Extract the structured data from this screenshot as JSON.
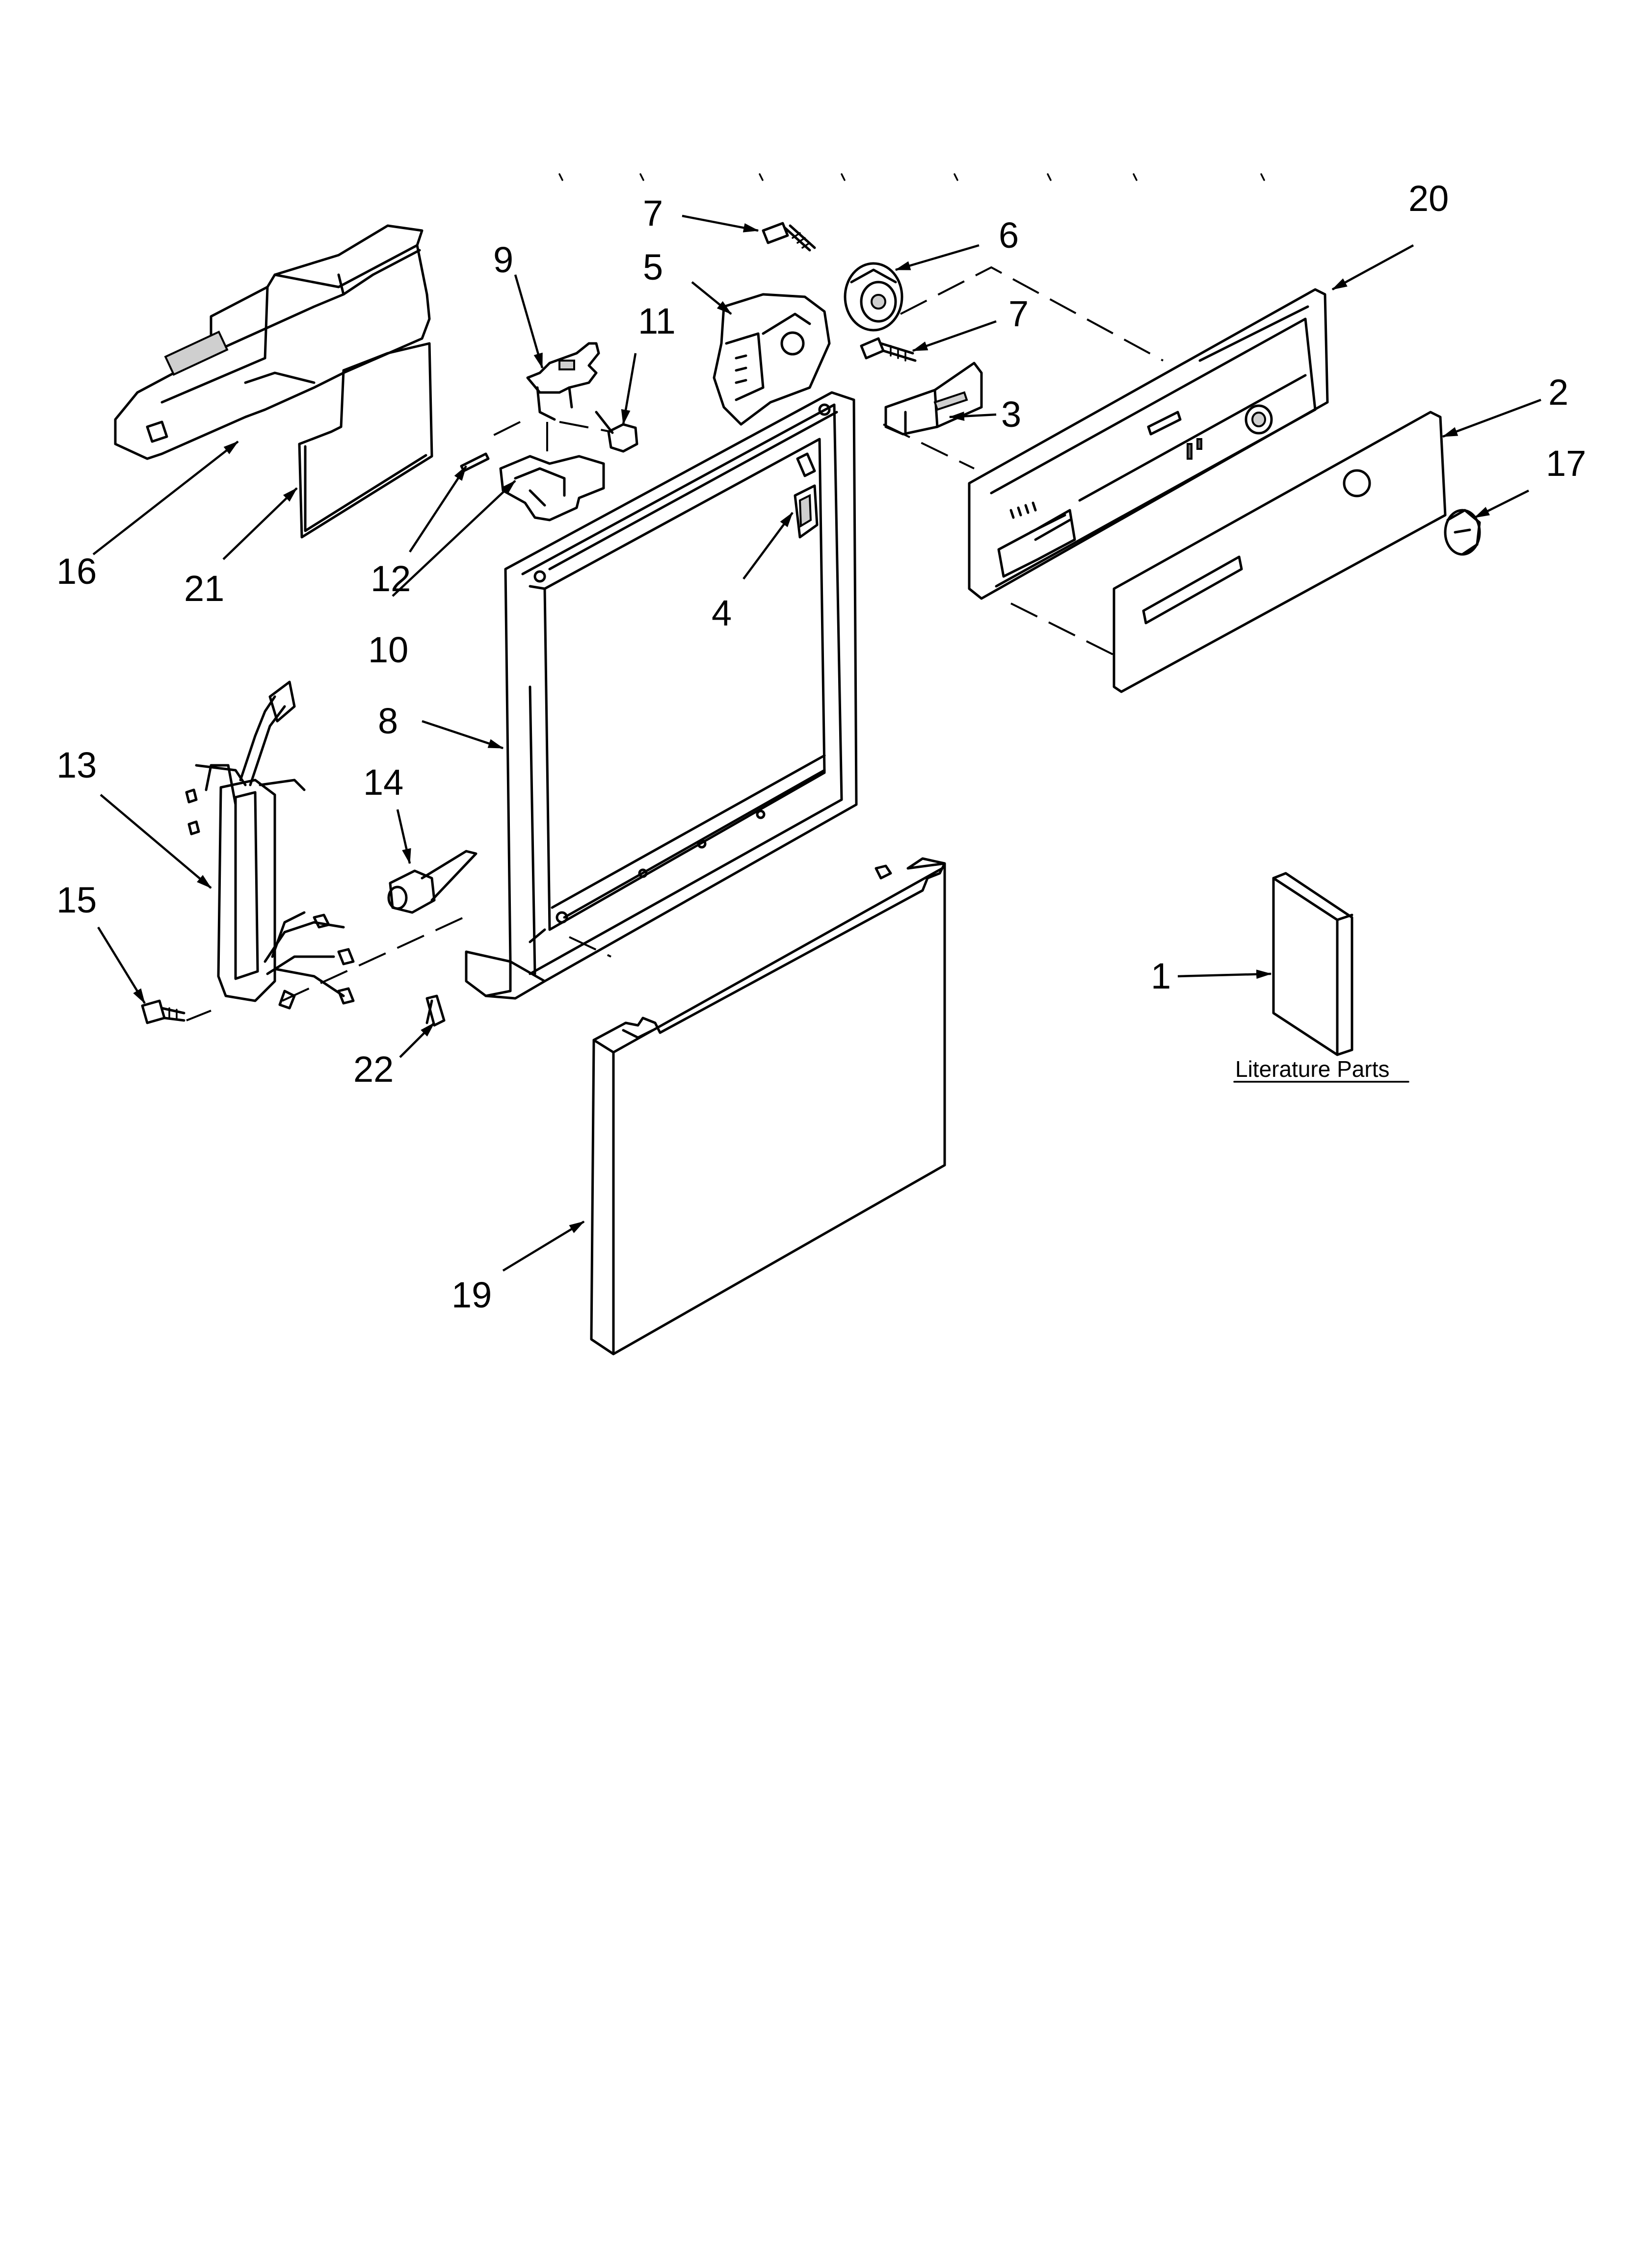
{
  "figure": {
    "callouts": [
      {
        "id": "c1",
        "label": "1"
      },
      {
        "id": "c2",
        "label": "2"
      },
      {
        "id": "c3",
        "label": "3"
      },
      {
        "id": "c4",
        "label": "4"
      },
      {
        "id": "c5",
        "label": "5"
      },
      {
        "id": "c6",
        "label": "6"
      },
      {
        "id": "c7a",
        "label": "7"
      },
      {
        "id": "c7b",
        "label": "7"
      },
      {
        "id": "c8",
        "label": "8"
      },
      {
        "id": "c9",
        "label": "9"
      },
      {
        "id": "c10",
        "label": "10"
      },
      {
        "id": "c11",
        "label": "11"
      },
      {
        "id": "c12",
        "label": "12"
      },
      {
        "id": "c13",
        "label": "13"
      },
      {
        "id": "c14",
        "label": "14"
      },
      {
        "id": "c15",
        "label": "15"
      },
      {
        "id": "c16",
        "label": "16"
      },
      {
        "id": "c17",
        "label": "17"
      },
      {
        "id": "c19",
        "label": "19"
      },
      {
        "id": "c20",
        "label": "20"
      },
      {
        "id": "c21",
        "label": "21"
      },
      {
        "id": "c22",
        "label": "22"
      }
    ],
    "literature_label": "Literature Parts"
  }
}
